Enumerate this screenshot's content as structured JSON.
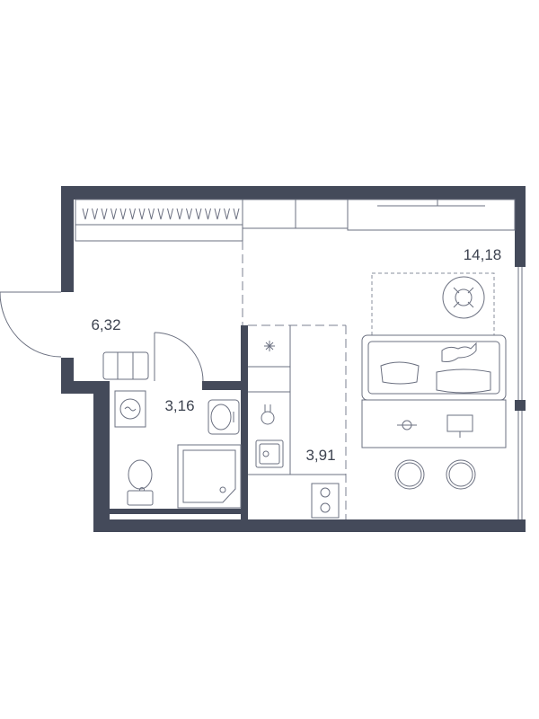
{
  "rooms": [
    {
      "id": "main-room",
      "area": "14,18"
    },
    {
      "id": "hallway",
      "area": "6,32"
    },
    {
      "id": "bathroom",
      "area": "3,16"
    },
    {
      "id": "kitchen",
      "area": "3,91"
    }
  ],
  "colors": {
    "wall": "#444a5a",
    "line": "#6b7080",
    "text": "#3d4350",
    "background": "#ffffff"
  }
}
